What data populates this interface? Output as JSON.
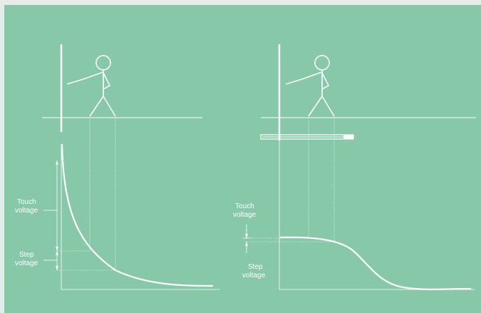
{
  "colors": {
    "background": "#86c8a8",
    "lines": "#ffffff",
    "frame": "#e6ece9"
  },
  "left_diagram": {
    "touch_label": [
      "Touch",
      "voltage"
    ],
    "step_label": [
      "Step",
      "voltage"
    ]
  },
  "right_diagram": {
    "touch_label": [
      "Touch",
      "voltage"
    ],
    "step_label": [
      "Step",
      "voltage"
    ]
  }
}
